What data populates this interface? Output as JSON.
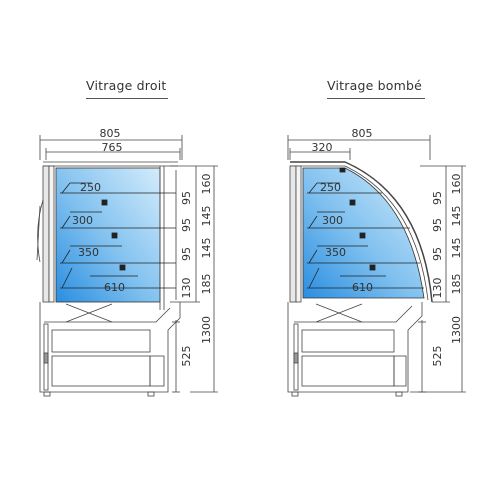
{
  "titles": {
    "left": "Vitrage droit",
    "right": "Vitrage bombé"
  },
  "left": {
    "dims_top": [
      "805",
      "765"
    ],
    "shelf_labels": [
      "250",
      "300",
      "350",
      "610"
    ],
    "dims_inner": [
      "95",
      "95",
      "95",
      "130"
    ],
    "dims_outer": [
      "160",
      "145",
      "145",
      "185"
    ],
    "base": "525",
    "total": "1300"
  },
  "right": {
    "dims_top": [
      "805",
      "320"
    ],
    "shelf_labels": [
      "250",
      "300",
      "350",
      "610"
    ],
    "dims_inner": [
      "95",
      "95",
      "95",
      "130"
    ],
    "dims_outer": [
      "160",
      "145",
      "145",
      "185"
    ],
    "base": "525",
    "total": "1300"
  },
  "colors": {
    "glass_top": "#b9ddf7",
    "glass_bottom": "#2b8fe0",
    "line": "#444444"
  }
}
